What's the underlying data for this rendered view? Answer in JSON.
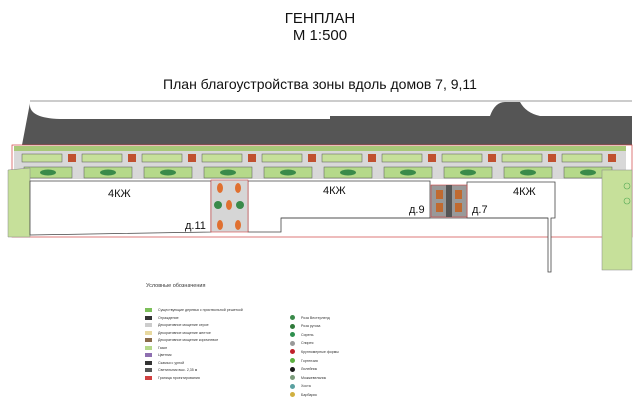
{
  "header": {
    "title_line1": "ГЕНПЛАН",
    "title_line2": "М 1:500",
    "subtitle": "План благоустройства зоны вдоль домов 7, 9,11"
  },
  "plan": {
    "building_labels": [
      "4КЖ",
      "4КЖ",
      "4КЖ"
    ],
    "house_labels": [
      "д.11",
      "д.9",
      "д.7"
    ]
  },
  "legend": {
    "heading": "Условные обозначения",
    "left": [
      {
        "label": "Существующие деревья с приствольной решеткой",
        "color": "#7cbf5a"
      },
      {
        "label": "Ограждение",
        "color": "#333333"
      },
      {
        "label": "Декоративное мощение серое",
        "color": "#cccccc"
      },
      {
        "label": "Декоративное мощение желтое",
        "color": "#e8d9a0"
      },
      {
        "label": "Декоративное мощение коричневое",
        "color": "#8a6b4a"
      },
      {
        "label": "Газон",
        "color": "#b5d98a"
      },
      {
        "label": "Цветник",
        "color": "#8e6fb0"
      },
      {
        "label": "Скамья с урной",
        "color": "#333333"
      },
      {
        "label": "Светильник выс. 2,35 м",
        "color": "#555555"
      },
      {
        "label": "Граница проектирования",
        "color": "#d04040"
      }
    ],
    "right": [
      {
        "label": "Роза Вестерленд",
        "color": "#3a8a4a"
      },
      {
        "label": "Роза ругоза",
        "color": "#2f7a3a"
      },
      {
        "label": "Сирень",
        "color": "#2e8f4e"
      },
      {
        "label": "Спирея",
        "color": "#999999"
      },
      {
        "label": "Крупномерные формы",
        "color": "#c0202a"
      },
      {
        "label": "Гортензия",
        "color": "#5cb040"
      },
      {
        "label": "Лилейник",
        "color": "#1a1a1a"
      },
      {
        "label": "Можжевельник",
        "color": "#7a9a7a"
      },
      {
        "label": "Хоста",
        "color": "#5aa0a0"
      },
      {
        "label": "Барбарис",
        "color": "#d0b040"
      }
    ]
  }
}
